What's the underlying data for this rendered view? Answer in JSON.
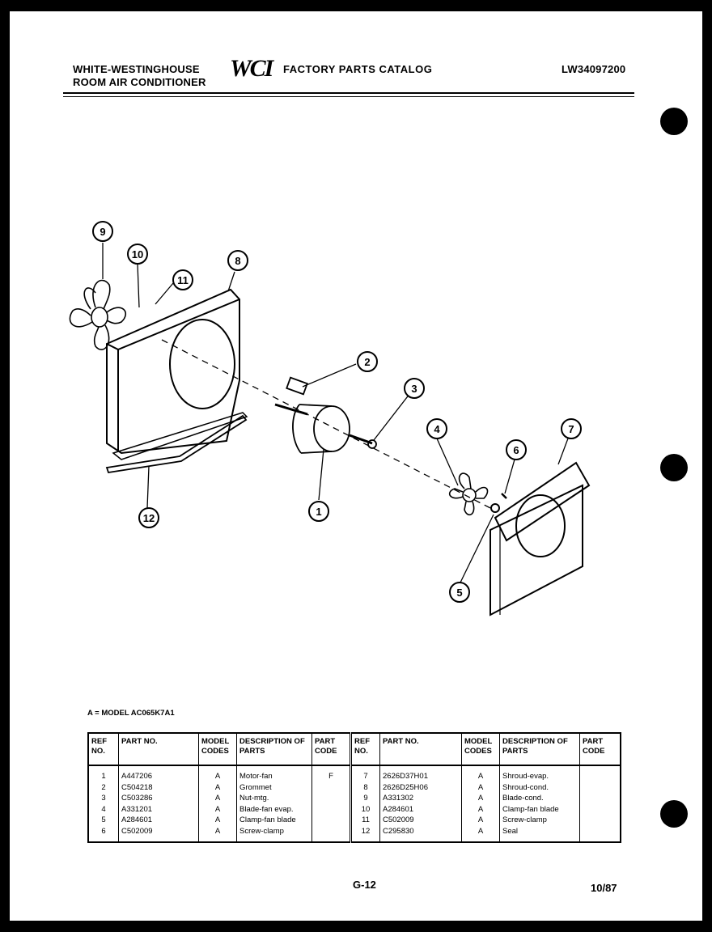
{
  "header": {
    "brand_line1": "WHITE-WESTINGHOUSE",
    "brand_line2": "ROOM AIR CONDITIONER",
    "logo": "WCI",
    "catalog_title": "FACTORY PARTS CATALOG",
    "catalog_number": "LW34097200"
  },
  "diagram": {
    "callouts": [
      "1",
      "2",
      "3",
      "4",
      "5",
      "6",
      "7",
      "8",
      "9",
      "10",
      "11",
      "12"
    ]
  },
  "model_note": "A = MODEL AC065K7A1",
  "table": {
    "headers": {
      "ref": "REF NO.",
      "part": "PART NO.",
      "model": "MODEL CODES",
      "desc": "DESCRIPTION OF PARTS",
      "code": "PART CODE"
    },
    "left_rows": [
      {
        "ref": "1",
        "part": "A447206",
        "model": "A",
        "desc": "Motor-fan",
        "code": "F"
      },
      {
        "ref": "2",
        "part": "C504218",
        "model": "A",
        "desc": "Grommet",
        "code": ""
      },
      {
        "ref": "3",
        "part": "C503286",
        "model": "A",
        "desc": "Nut-mtg.",
        "code": ""
      },
      {
        "ref": "4",
        "part": "A331201",
        "model": "A",
        "desc": "Blade-fan evap.",
        "code": ""
      },
      {
        "ref": "5",
        "part": "A284601",
        "model": "A",
        "desc": "Clamp-fan blade",
        "code": ""
      },
      {
        "ref": "6",
        "part": "C502009",
        "model": "A",
        "desc": "Screw-clamp",
        "code": ""
      }
    ],
    "right_rows": [
      {
        "ref": "7",
        "part": "2626D37H01",
        "model": "A",
        "desc": "Shroud-evap.",
        "code": ""
      },
      {
        "ref": "8",
        "part": "2626D25H06",
        "model": "A",
        "desc": "Shroud-cond.",
        "code": ""
      },
      {
        "ref": "9",
        "part": "A331302",
        "model": "A",
        "desc": "Blade-cond.",
        "code": ""
      },
      {
        "ref": "10",
        "part": "A284601",
        "model": "A",
        "desc": "Clamp-fan blade",
        "code": ""
      },
      {
        "ref": "11",
        "part": "C502009",
        "model": "A",
        "desc": "Screw-clamp",
        "code": ""
      },
      {
        "ref": "12",
        "part": "C295830",
        "model": "A",
        "desc": "Seal",
        "code": ""
      }
    ]
  },
  "footer": {
    "page_number": "G-12",
    "date": "10/87"
  }
}
